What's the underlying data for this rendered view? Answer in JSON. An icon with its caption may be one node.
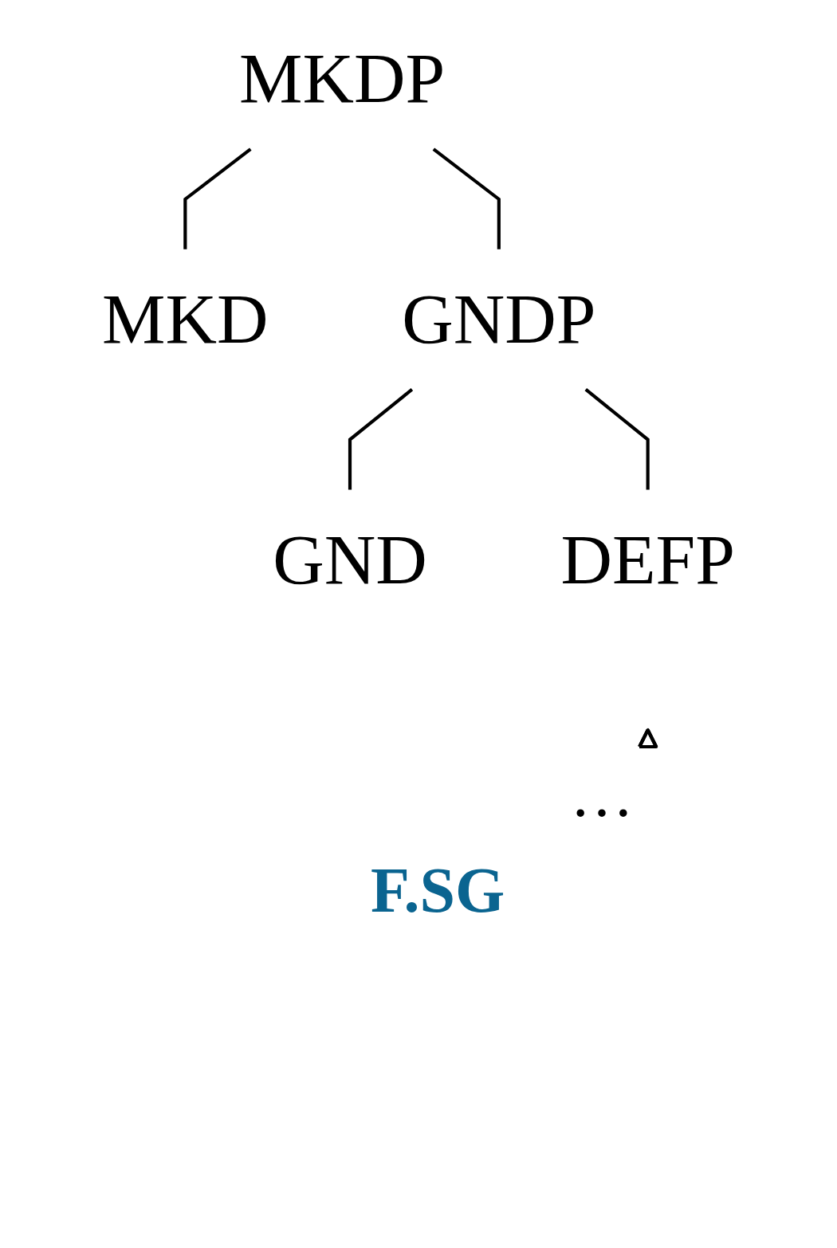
{
  "diagram": {
    "nodes": [
      {
        "text": [
          "MKDP"
        ]
      },
      {
        "text": [
          "MKD"
        ]
      },
      {
        "text": [
          "GNDP"
        ]
      },
      {
        "text": [
          "GND"
        ]
      },
      {
        "text": [
          "DEFP"
        ]
      },
      {
        "text": [],
        "shape": "triangle"
      }
    ],
    "edges": [
      {
        "from": 0,
        "to": 1,
        "arrow": "none"
      },
      {
        "from": 0,
        "to": 2,
        "arrow": "none"
      },
      {
        "from": 2,
        "to": 3,
        "arrow": "none"
      },
      {
        "from": 2,
        "to": 4,
        "arrow": "none"
      }
    ],
    "labels": [
      "…",
      "F.SG"
    ]
  }
}
